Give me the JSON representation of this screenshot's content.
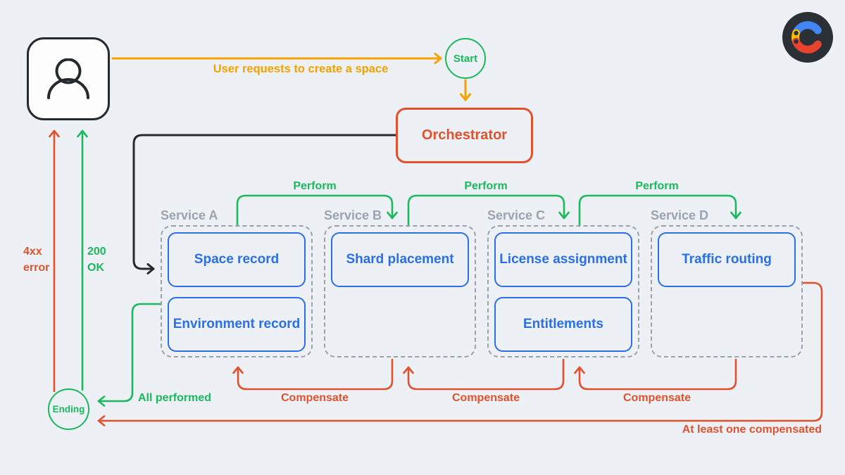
{
  "colors": {
    "background": "#EDF0F4",
    "dark": "#26292E",
    "amber": "#F5A200",
    "red_orange": "#E2512D",
    "green": "#1BB95E",
    "blue": "#2A6FE4",
    "gray": "#99A1AC"
  },
  "logo": {
    "icon": "c-ring-logo",
    "background": "#2B2F36",
    "ring_colors": [
      "#4285F4",
      "#FBBC05",
      "#E8432D"
    ]
  },
  "nodes": {
    "user": {
      "icon": "person-icon"
    },
    "start": {
      "label": "Start"
    },
    "orchestrator": {
      "label": "Orchestrator"
    },
    "ending": {
      "label": "Ending"
    }
  },
  "edges": {
    "user_request": {
      "label": "User requests to create a space"
    },
    "error": {
      "lines": [
        "4xx",
        "error"
      ]
    },
    "ok": {
      "lines": [
        "200",
        "OK"
      ]
    },
    "all_performed": {
      "label": "All performed"
    },
    "compensated": {
      "label": "At least one compensated"
    },
    "perform": [
      "Perform",
      "Perform",
      "Perform"
    ],
    "compensate": [
      "Compensate",
      "Compensate",
      "Compensate"
    ]
  },
  "services": [
    {
      "name": "Service A",
      "tasks": [
        "Space record",
        "Environment record"
      ]
    },
    {
      "name": "Service B",
      "tasks": [
        "Shard placement"
      ]
    },
    {
      "name": "Service C",
      "tasks": [
        "License assignment",
        "Entitlements"
      ]
    },
    {
      "name": "Service D",
      "tasks": [
        "Traffic routing"
      ]
    }
  ]
}
